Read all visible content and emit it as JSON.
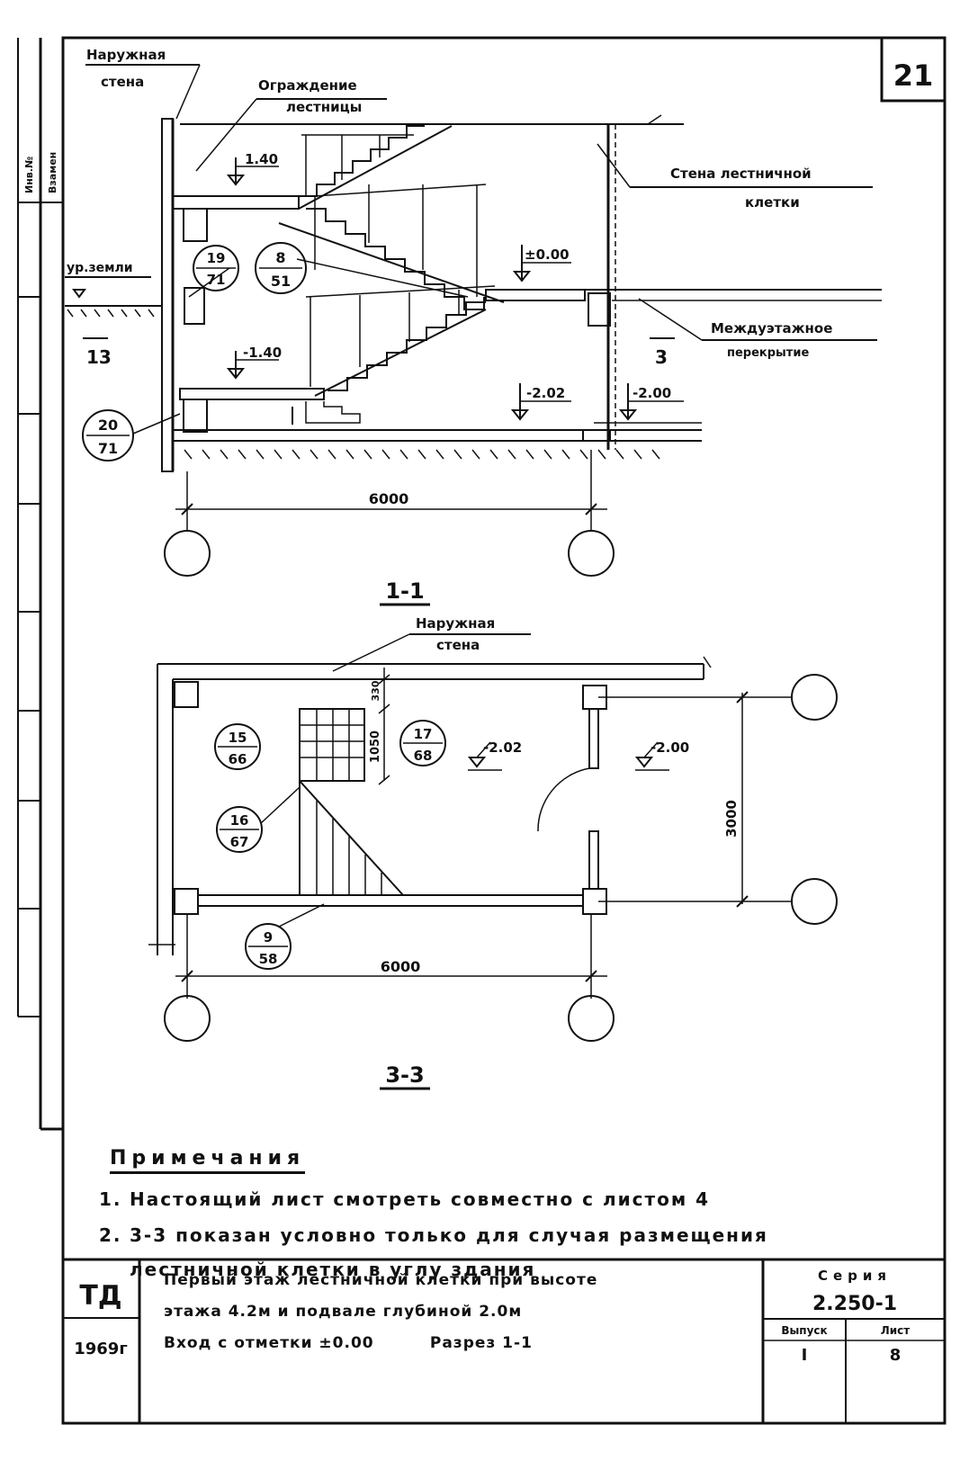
{
  "sheet": {
    "number": "21",
    "side_stamp": [
      "Инв.№",
      "Взамен"
    ]
  },
  "section_1_1": {
    "title": "1-1",
    "labels": {
      "outer_wall": [
        "Наружная",
        "стена"
      ],
      "railing": [
        "Ограждение",
        "лестницы"
      ],
      "stair_wall": [
        "Стена лестничной",
        "клетки"
      ],
      "floor_slab": [
        "Междуэтажное",
        "перекрытие"
      ],
      "ground_level": "ур.земли"
    },
    "elevations": {
      "landing_top": "1.40",
      "floor_zero": "±0.00",
      "landing_bottom": "-1.40",
      "basement_left": "-2.02",
      "basement_right": "-2.00"
    },
    "callouts": [
      {
        "top": "19",
        "bottom": "71"
      },
      {
        "top": "8",
        "bottom": "51"
      },
      {
        "top": "20",
        "bottom": "71"
      }
    ],
    "refs": [
      "13",
      "3"
    ],
    "dimension": "6000"
  },
  "section_3_3": {
    "title": "3-3",
    "labels": {
      "outer_wall": [
        "Наружная",
        "стена"
      ]
    },
    "elevations": {
      "left": "-2.02",
      "right": "-2.00"
    },
    "callouts": [
      {
        "top": "15",
        "bottom": "66"
      },
      {
        "top": "17",
        "bottom": "68"
      },
      {
        "top": "16",
        "bottom": "67"
      },
      {
        "top": "9",
        "bottom": "58"
      }
    ],
    "dimensions": {
      "width": "6000",
      "depth": "3000",
      "stair_clear": "1050",
      "stair_offset": "330"
    }
  },
  "notes": {
    "heading": "Примечания",
    "items": [
      {
        "num": "1.",
        "text": "Настоящий лист смотреть совместно с листом 4"
      },
      {
        "num": "2.",
        "text": "3-3 показан условно только для случая размещения"
      }
    ],
    "continuation": "лестничной клетки в углу здания"
  },
  "title_block": {
    "org": "ТД",
    "year": "1969г",
    "title_lines": [
      "Первый этаж лестничной клетки при высоте",
      "этажа 4.2м и подвале глубиной 2.0м",
      "Вход с отметки ±0.00         Разрез 1-1"
    ],
    "series_label": "Серия",
    "series_value": "2.250-1",
    "issue_label": "Выпуск",
    "issue_value": "I",
    "sheet_label": "Лист",
    "sheet_value": "8"
  }
}
